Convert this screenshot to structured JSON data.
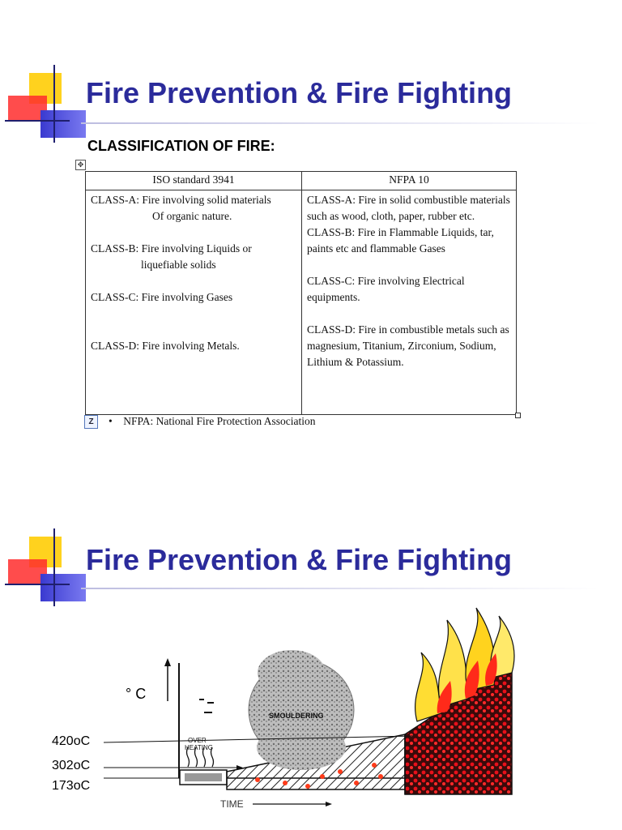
{
  "slide1": {
    "title": "Fire Prevention & Fire Fighting",
    "subtitle": "CLASSIFICATION OF FIRE:",
    "table": {
      "headers": [
        "ISO standard 3941",
        "NFPA 10"
      ],
      "iso": {
        "class_a": [
          "CLASS-A: Fire involving solid materials",
          "Of organic nature."
        ],
        "class_b": [
          "CLASS-B: Fire involving Liquids or",
          "liquefiable solids"
        ],
        "class_c": "CLASS-C: Fire involving Gases",
        "class_d": "CLASS-D: Fire involving Metals."
      },
      "nfpa": {
        "class_a": "CLASS-A: Fire in solid combustible materials such as wood, cloth, paper, rubber etc.",
        "class_b": "CLASS-B: Fire in Flammable Liquids, tar, paints etc and flammable Gases",
        "class_c": "CLASS-C: Fire involving Electrical equipments.",
        "class_d": "CLASS-D: Fire in combustible metals such as magnesium, Titanium, Zirconium, Sodium, Lithium & Potassium."
      }
    },
    "footnote": "NFPA: National Fire Protection Association",
    "bullet": "•"
  },
  "slide2": {
    "title": "Fire Prevention & Fire Fighting",
    "unit_label": "° C",
    "temps": [
      "420oC",
      "302oC",
      "173oC"
    ],
    "diagram": {
      "overheating_label": "OVER\nHEATING",
      "smouldering_label": "SMOULDERING",
      "time_label": "TIME"
    }
  },
  "colors": {
    "title": "#2b2b9b",
    "logo_yellow": "#ffd21e",
    "logo_red": "#ff2d2d",
    "logo_blue": "#3a3ad0"
  }
}
